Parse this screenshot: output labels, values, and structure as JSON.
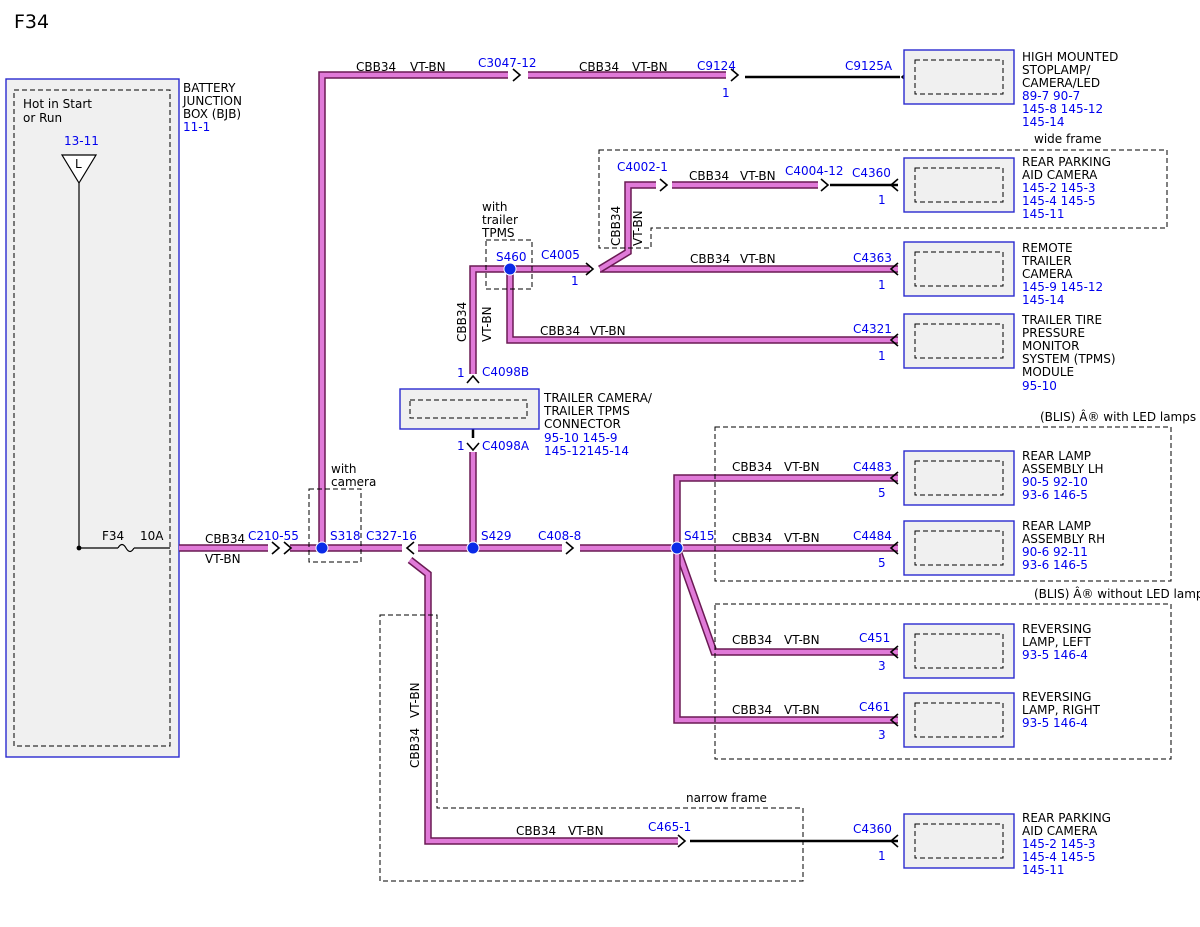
{
  "page_title": "F34",
  "bjb": {
    "label": [
      "BATTERY",
      "JUNCTION",
      "BOX (BJB)"
    ],
    "ref": "11-1",
    "power_mode": [
      "Hot in Start",
      "or Run"
    ],
    "feed_ref": "13-11",
    "feed_letter": "L",
    "fuse_name": "F34",
    "fuse_rating": "10A"
  },
  "circuit": "CBB34",
  "color": "VT-BN",
  "connectors": {
    "c210": "C210-55",
    "c327": "C327-16",
    "c408": "C408-8",
    "c3047": "C3047-12",
    "c9124": "C9124",
    "c9125a": "C9125A",
    "c4002": "C4002-1",
    "c4004": "C4004-12",
    "c4360": "C4360",
    "c4005": "C4005",
    "c4363": "C4363",
    "c4321": "C4321",
    "c4098b": "C4098B",
    "c4098a": "C4098A",
    "c4483": "C4483",
    "c4484": "C4484",
    "c451": "C451",
    "c461": "C461",
    "c465": "C465-1",
    "c4360b": "C4360"
  },
  "pins": {
    "p9124": "1",
    "p4360": "1",
    "p4005": "1",
    "p4363": "1",
    "p4321": "1",
    "p4098b": "1",
    "p4098a": "1",
    "p4483": "5",
    "p4484": "5",
    "p451": "3",
    "p461": "3",
    "p4360b": "1"
  },
  "splices": {
    "s318": "S318",
    "s429": "S429",
    "s415": "S415",
    "s460": "S460"
  },
  "conditions": {
    "with_camera": [
      "with",
      "camera"
    ],
    "with_trailer_tpms": [
      "with",
      "trailer",
      "TPMS"
    ],
    "wide_frame": "wide frame",
    "narrow_frame": "narrow frame",
    "blis_with_led": "(BLIS) Â® with LED lamps",
    "blis_without_led": "(BLIS) Â® without LED lamps"
  },
  "components": {
    "stoplamp": {
      "name": [
        "HIGH MOUNTED",
        "STOPLAMP/",
        "CAMERA/LED"
      ],
      "refs": [
        "89-7  90-7",
        "145-8  145-12",
        "145-14"
      ]
    },
    "rear_cam_wide": {
      "name": [
        "REAR PARKING",
        "AID CAMERA"
      ],
      "refs": [
        "145-2 145-3",
        "145-4 145-5",
        "145-11"
      ]
    },
    "remote_trailer_cam": {
      "name": [
        "REMOTE",
        "TRAILER",
        "CAMERA"
      ],
      "refs": [
        "145-9  145-12",
        "145-14"
      ]
    },
    "tpms": {
      "name": [
        "TRAILER TIRE",
        "PRESSURE",
        "MONITOR",
        "SYSTEM (TPMS)",
        "MODULE"
      ],
      "refs": [
        "95-10"
      ]
    },
    "trailer_connector": {
      "name": [
        "TRAILER CAMERA/",
        "TRAILER TPMS",
        "CONNECTOR"
      ],
      "refs": [
        "95-10 145-9",
        "145-12145-14"
      ]
    },
    "lamp_lh": {
      "name": [
        "REAR LAMP",
        "ASSEMBLY LH"
      ],
      "refs": [
        "90-5   92-10",
        "93-6   146-5"
      ]
    },
    "lamp_rh": {
      "name": [
        "REAR LAMP",
        "ASSEMBLY RH"
      ],
      "refs": [
        "90-6   92-11",
        "93-6   146-5"
      ]
    },
    "rev_left": {
      "name": [
        "REVERSING",
        "LAMP, LEFT"
      ],
      "refs": [
        "93-5   146-4"
      ]
    },
    "rev_right": {
      "name": [
        "REVERSING",
        "LAMP, RIGHT"
      ],
      "refs": [
        "93-5   146-4"
      ]
    },
    "rear_cam_narrow": {
      "name": [
        "REAR PARKING",
        "AID CAMERA"
      ],
      "refs": [
        "145-2 145-3",
        "145-4 145-5",
        "145-11"
      ]
    }
  },
  "colors": {
    "wire_fill": "#e07ad8",
    "wire_edge": "#6a1a54",
    "ref_text": "#0000ee",
    "splice": "#0a2ae8",
    "box_edge": "#2a2acf"
  }
}
